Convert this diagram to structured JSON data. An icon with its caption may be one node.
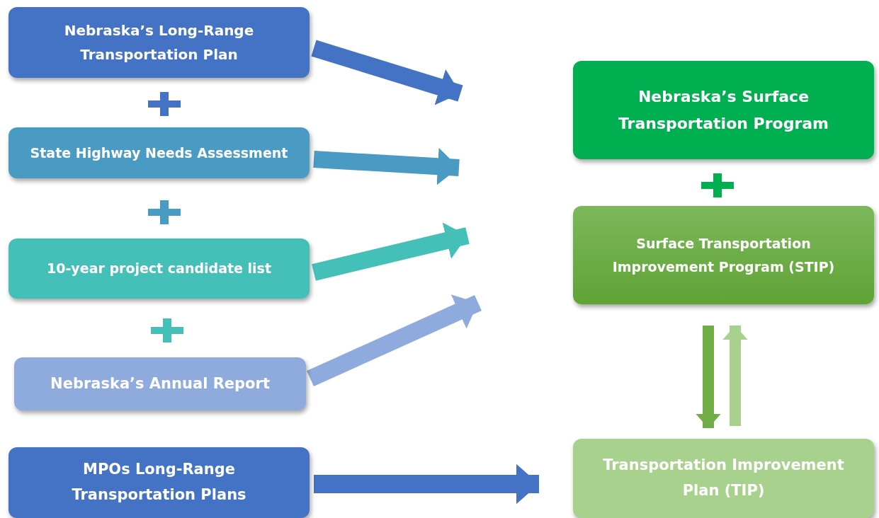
{
  "diagram": {
    "nodes": [
      {
        "text": [
          "Nebraska’s Long-Range Transportation Plan"
        ]
      },
      {
        "text": [
          "State Highway Needs Assessment"
        ]
      },
      {
        "text": [
          "10-year project candidate list"
        ]
      },
      {
        "text": [
          "Nebraska’s Annual Report"
        ]
      },
      {
        "text": [
          "MPOs Long-Range Transportation Plans"
        ]
      },
      {
        "text": [
          "Nebraska’s Surface Transportation Program"
        ]
      },
      {
        "text": [
          "Surface Transportation Improvement Program (STIP)"
        ]
      },
      {
        "text": [
          "Transportation Improvement Plan (TIP)"
        ]
      }
    ],
    "edges": [
      {
        "from": 0,
        "to": null,
        "arrow": "to",
        "color": "#4472c4"
      },
      {
        "from": 1,
        "to": null,
        "arrow": "to",
        "color": "#4a9bc4"
      },
      {
        "from": 2,
        "to": null,
        "arrow": "to",
        "color": "#45c0b8"
      },
      {
        "from": 3,
        "to": null,
        "arrow": "to",
        "color": "#8faadc"
      },
      {
        "from": 4,
        "to": 7,
        "arrow": "to",
        "color": "#4472c4"
      },
      {
        "from": 6,
        "to": 7,
        "arrow": "to",
        "color": "#70ad47"
      },
      {
        "from": 7,
        "to": 6,
        "arrow": "to",
        "color": "#a9d18e"
      }
    ]
  }
}
